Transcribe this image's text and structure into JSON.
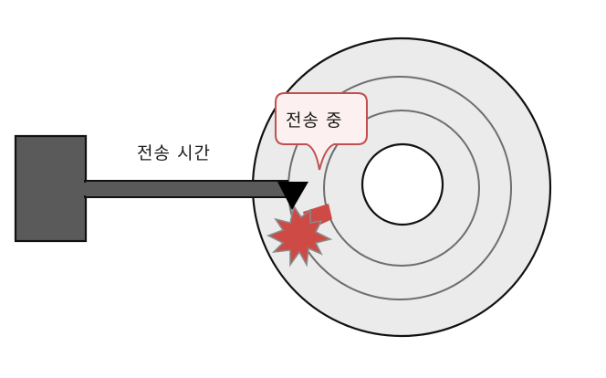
{
  "diagram": {
    "title": "Disk transfer time illustration",
    "labels": {
      "transfer_time": "전송 시간",
      "transferring": "전송 중"
    },
    "elements": {
      "actuator": "disk-head-actuator-arm",
      "platter": "disk-platter",
      "tracks": 2,
      "read_write_head": "triangle-head",
      "data_transfer": "red-spark"
    },
    "colors": {
      "arm": "#5a5a5a",
      "platter": "#ebebeb",
      "track_line": "#6e6e6e",
      "outline": "#111111",
      "bubble_border": "#c0504d",
      "bubble_fill": "#fdf0f0",
      "spark": "#cd4a45",
      "spark_outline": "#8a8a8a"
    }
  }
}
